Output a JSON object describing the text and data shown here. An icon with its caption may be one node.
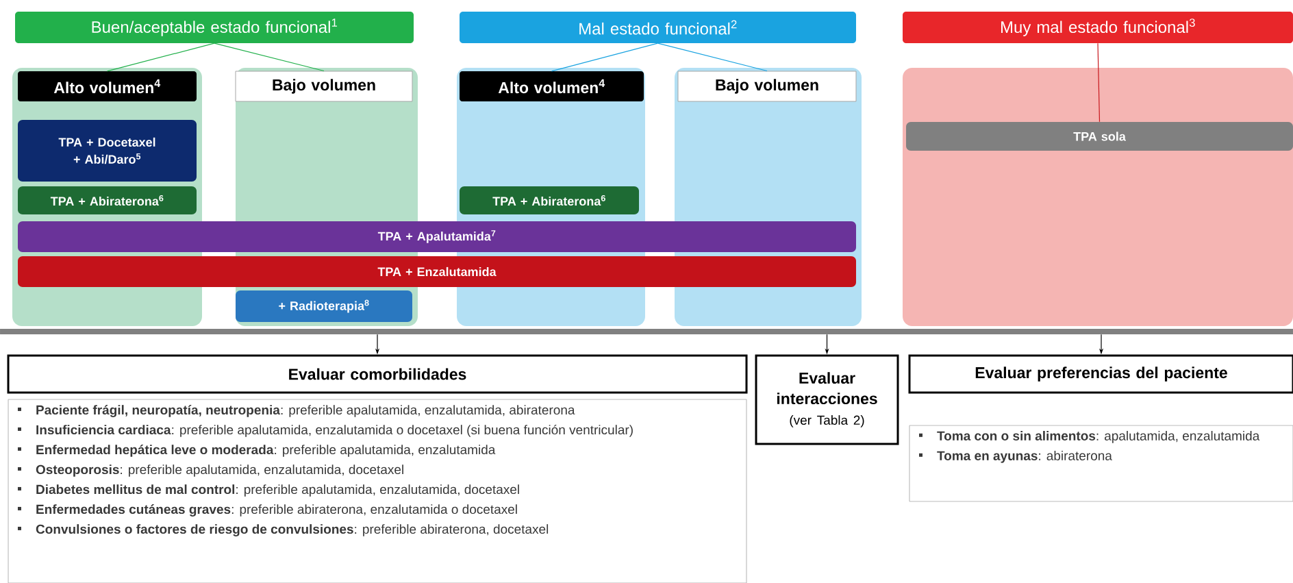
{
  "diagram": {
    "nodes": [
      {
        "text": [
          "Buen/aceptable estado funcional$^{1}$"
        ]
      },
      {
        "text": [],
        "shape": "box"
      },
      {
        "text": [
          "Alto volumen$^{4}$"
        ],
        "in": 1
      },
      {
        "text": [
          "TPA + Docetaxel + Abi/Daro$^{5}$"
        ],
        "in": 1
      },
      {
        "text": [
          "TPA + Abiraterona$^{6}$"
        ],
        "in": 1
      },
      {
        "text": [],
        "shape": "box"
      },
      {
        "text": [
          "Bajo volumen"
        ],
        "in": 5
      },
      {
        "text": [
          "+ Radioterapia$^{8}$"
        ],
        "in": 5
      },
      {
        "text": [
          "Mal estado funcional$^{2}$"
        ]
      },
      {
        "text": [],
        "shape": "box"
      },
      {
        "text": [
          "Alto volumen$^{4}$"
        ],
        "in": 9
      },
      {
        "text": [
          "TPA + Abiraterona$^{6}$"
        ],
        "in": 9
      },
      {
        "text": [],
        "shape": "box"
      },
      {
        "text": [
          "Bajo volumen"
        ],
        "in": 12
      },
      {
        "text": [
          "TPA + Apalutamida$^{7}$"
        ]
      },
      {
        "text": [
          "TPA + Enzalutamida"
        ]
      },
      {
        "text": [
          "Muy mal estado funcional$^{3}$"
        ]
      },
      {
        "text": [],
        "shape": "box"
      },
      {
        "text": [
          "TPA sola"
        ],
        "in": 17
      },
      {
        "text": [],
        "shape": "bar"
      },
      {
        "text": [
          "Evaluar comorbilidades"
        ]
      },
      {
        "text": [
          "**Paciente frágil, neuropatía, neutropenia**: preferible apalutamida, enzalutamida, abiraterona",
          "**Insuficiencia cardiaca**: preferible apalutamida, enzalutamida o docetaxel (si buena función ventricular)",
          "**Enfermedad hepática leve o moderada**: preferible apalutamida, enzalutamida",
          "**Osteoporosis**: preferible apalutamida, enzalutamida, docetaxel",
          "**Diabetes mellitus de mal control**: preferible apalutamida, enzalutamida, docetaxel",
          "**Enfermedades cutáneas graves**: preferible abiraterona, enzalutamida o docetaxel",
          "**Convulsiones o factores de riesgo de convulsiones**: preferible abiraterona, docetaxel"
        ]
      },
      {
        "text": [
          "Evaluar interacciones",
          "(ver Tabla 2)"
        ]
      },
      {
        "text": [
          "Evaluar preferencias del paciente"
        ]
      },
      {
        "text": [
          "**Toma con o sin alimentos**: apalutamida, enzalutamida",
          "**Toma en ayunas**: abiraterona"
        ]
      }
    ],
    "edges": [
      {
        "from": 0,
        "to": 2,
        "arrow": "none",
        "color": "#22b04b"
      },
      {
        "from": 0,
        "to": 6,
        "arrow": "none",
        "color": "#22b04b"
      },
      {
        "from": 8,
        "to": 10,
        "arrow": "none",
        "color": "#1aa3e0"
      },
      {
        "from": 8,
        "to": 13,
        "arrow": "none",
        "color": "#1aa3e0"
      },
      {
        "from": 16,
        "to": 18,
        "arrow": "none",
        "color": "#c8181e"
      },
      {
        "from": 19,
        "to": 20,
        "arrow": "to"
      },
      {
        "from": 19,
        "to": 22,
        "arrow": "to"
      },
      {
        "from": 19,
        "to": 23,
        "arrow": "to"
      }
    ]
  }
}
